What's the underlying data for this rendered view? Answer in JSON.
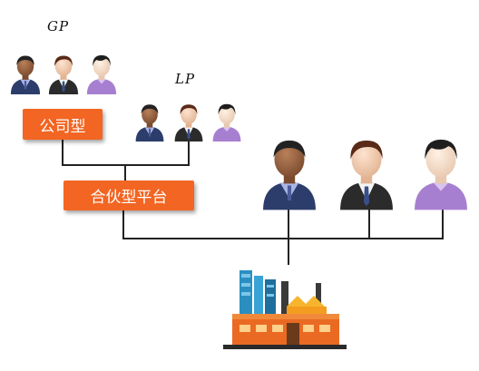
{
  "labels": {
    "gp": "GP",
    "lp": "LP",
    "company_type": "公司型",
    "partnership_platform": "合伙型平台"
  },
  "icons": {
    "person_dark": "person-dark-icon",
    "person_suit": "person-suit-icon",
    "person_purple": "person-purple-icon",
    "factory": "factory-icon"
  },
  "colors": {
    "box_fill": "#f26522",
    "line": "#222222",
    "person_dark_shirt": "#2c3d6b",
    "person_suit": "#2b2b2b",
    "person_purple_shirt": "#a77fd0"
  }
}
